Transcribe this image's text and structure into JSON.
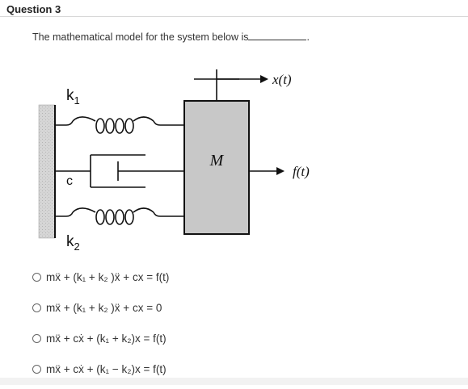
{
  "question": {
    "title": "Question 3",
    "prompt": "The mathematical model for the system below is",
    "prompt_end": "."
  },
  "diagram": {
    "k1_label": "k",
    "k1_sub": "1",
    "k2_label": "k",
    "k2_sub": "2",
    "c_label": "c",
    "mass_label": "M",
    "x_label": "x(t)",
    "f_label": "f(t)"
  },
  "options": [
    {
      "text": "mẍ + (k₁ + k₂ )ẍ  + cx = f(t)"
    },
    {
      "text": "mẍ + (k₁ + k₂ )ẍ  + cx = 0"
    },
    {
      "text": "mẍ + cẋ  + (k₁ + k₂)x = f(t)"
    },
    {
      "text": "mẍ + cẋ  + (k₁ − k₂)x = f(t)"
    }
  ],
  "colors": {
    "mass_fill": "#c8c8c8",
    "wall_fill": "#d9d9d9",
    "line": "#111111"
  }
}
